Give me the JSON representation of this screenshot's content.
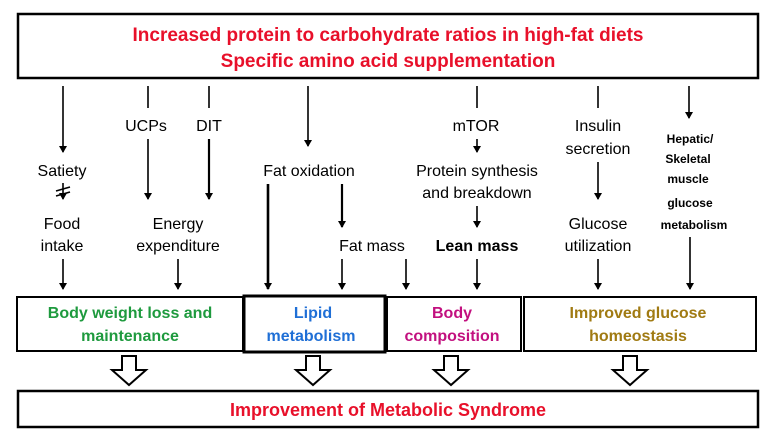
{
  "colors": {
    "red": "#e8102a",
    "green": "#1e9a3e",
    "blue": "#1f6fd6",
    "magenta": "#c2107f",
    "olive": "#a07a12",
    "line": "#000000"
  },
  "header": {
    "line1": "Increased protein to carbohydrate ratios in high-fat diets",
    "line2": "Specific amino acid supplementation"
  },
  "labels": {
    "satiety": "Satiety",
    "food_intake": [
      "Food",
      "intake"
    ],
    "ucps": "UCPs",
    "dit": "DIT",
    "energy_expenditure": [
      "Energy",
      "expenditure"
    ],
    "fat_oxidation": "Fat oxidation",
    "fat_mass": "Fat mass",
    "mtor": "mTOR",
    "protein_synthesis": [
      "Protein synthesis",
      "and breakdown"
    ],
    "lean_mass": "Lean mass",
    "insulin_secretion": [
      "Insulin",
      "secretion"
    ],
    "glucose_utilization": [
      "Glucose",
      "utilization"
    ],
    "hepatic_skeletal": [
      "Hepatic/",
      "Skeletal",
      "muscle"
    ],
    "glucose_metabolism": [
      "glucose",
      "metabolism"
    ]
  },
  "outcomes": [
    {
      "lines": [
        "Body weight loss and",
        "maintenance"
      ],
      "color": "green"
    },
    {
      "lines": [
        "Lipid",
        "metabolism"
      ],
      "color": "blue"
    },
    {
      "lines": [
        "Body",
        "composition"
      ],
      "color": "magenta"
    },
    {
      "lines": [
        "Improved glucose",
        "homeostasis"
      ],
      "color": "olive"
    }
  ],
  "footer": {
    "text": "Improvement of Metabolic Syndrome"
  },
  "icons": {
    "block_arrow": "hollow-down-arrow-icon",
    "inhibition": "crossed-arrow-icon"
  }
}
